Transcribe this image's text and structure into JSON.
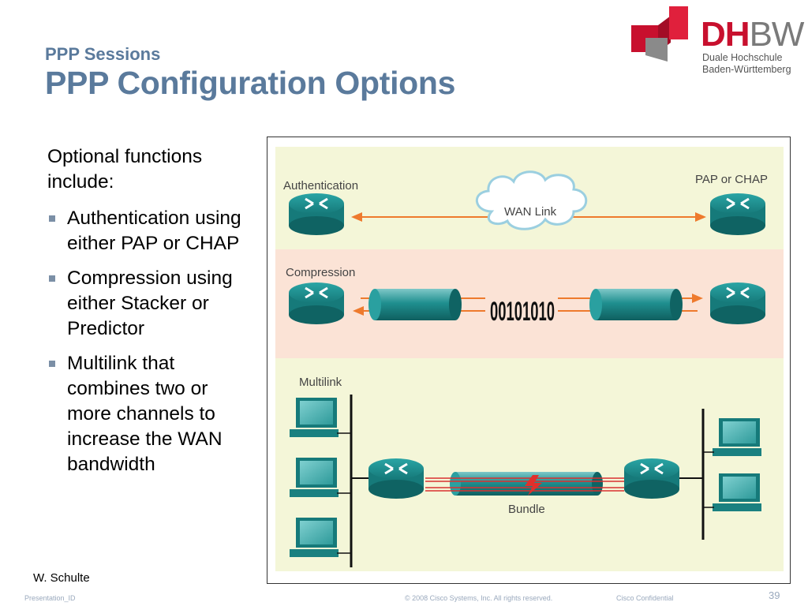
{
  "header": {
    "subtitle": "PPP Sessions",
    "title": "PPP Configuration Options"
  },
  "logo": {
    "letters_red": "DH",
    "letters_gray": "BW",
    "line1": "Duale Hochschule",
    "line2": "Baden-Württemberg"
  },
  "content": {
    "intro": "Optional functions include:",
    "bullets": [
      "Authentication using either PAP or CHAP",
      "Compression using either Stacker or Predictor",
      "Multilink that combines two or more channels to increase the WAN bandwidth"
    ]
  },
  "figure": {
    "auth_label": "Authentication",
    "pap_chap_label": "PAP or CHAP",
    "wan_link_label": "WAN Link",
    "compression_label": "Compression",
    "binary_text": "00101010",
    "multilink_label": "Multilink",
    "bundle_label": "Bundle",
    "colors": {
      "auth_band": "#f4f6d8",
      "compression_band": "#fbe3d6",
      "multilink_band": "#f4f6d8",
      "arrow": "#ee7a2d",
      "router": "#1e8a8a"
    }
  },
  "footer": {
    "author": "W. Schulte",
    "presentation_id": "Presentation_ID",
    "copyright": "© 2008 Cisco Systems, Inc. All rights reserved.",
    "confidential": "Cisco Confidential",
    "page_number": "39"
  }
}
